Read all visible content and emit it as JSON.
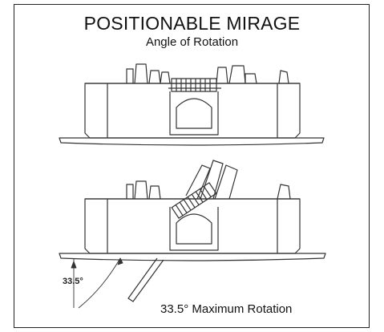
{
  "header": {
    "title": "POSITIONABLE MIRAGE",
    "subtitle": "Angle of Rotation"
  },
  "figure": {
    "angle_label": "33.5°",
    "caption": "33.5° Maximum Rotation",
    "rotation_degrees": 33.5,
    "line_color": "#333333"
  }
}
